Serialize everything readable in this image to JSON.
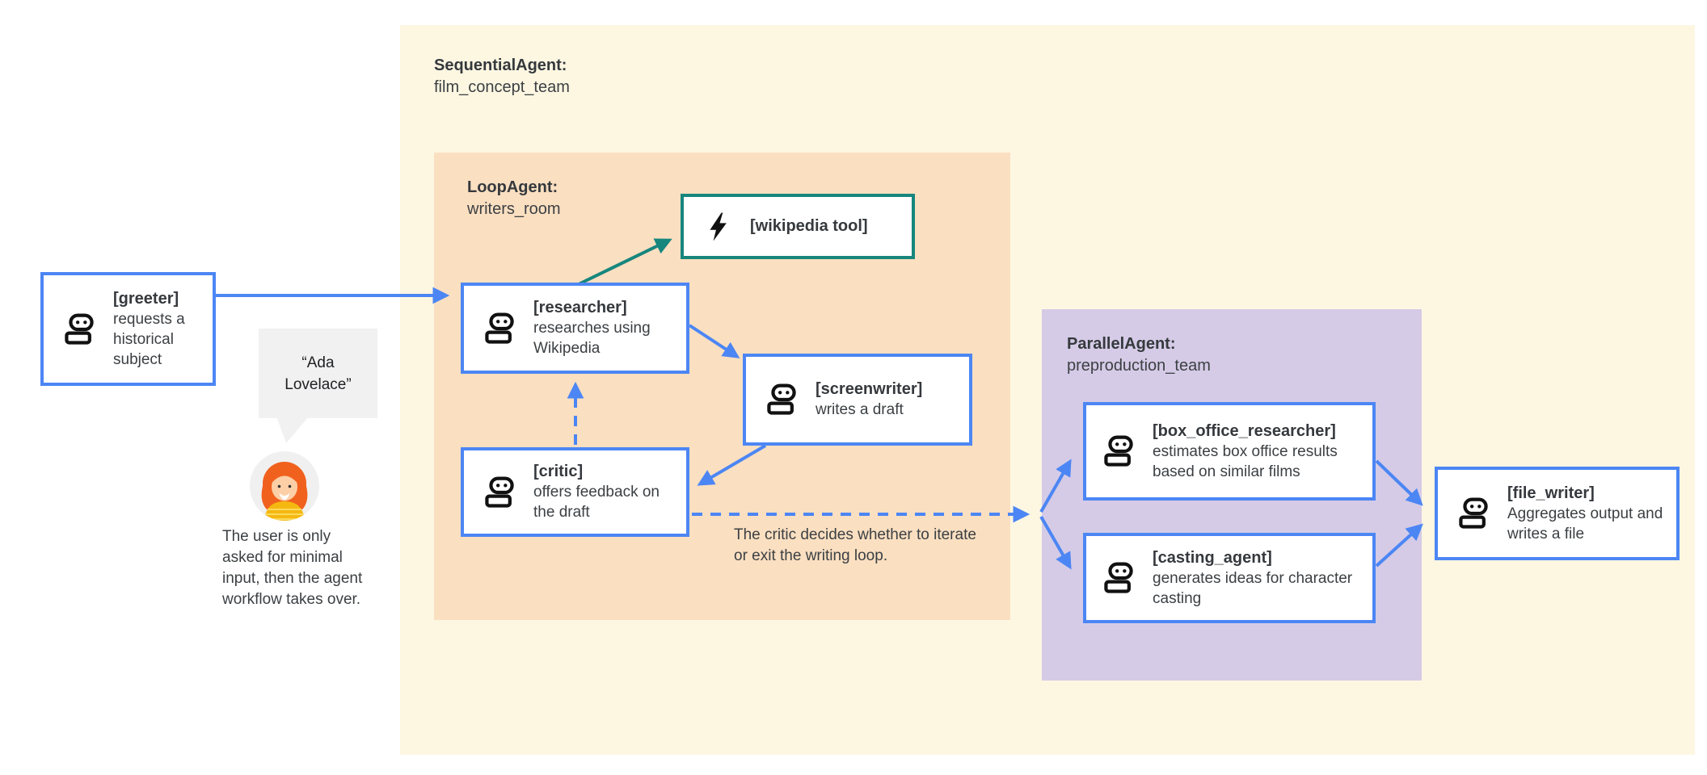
{
  "diagram_title": "Agent workflow diagram",
  "colors": {
    "canvas_bg": "#FFFFFF",
    "sequential_bg": "#FDF7E2",
    "loop_bg": "#FADFC1",
    "parallel_bg": "#D5CBE7",
    "agent_border": "#4C86F4",
    "tool_border": "#17867D",
    "arrow_blue": "#4C86F4",
    "arrow_teal": "#17867D",
    "text": "#3C4043",
    "bubble_bg": "#F1F1F1",
    "icon_black": "#111111",
    "avatar_hair": "#F1611E",
    "avatar_shirt": "#F5B811"
  },
  "groups": {
    "sequential": {
      "title": "SequentialAgent:",
      "name": "film_concept_team"
    },
    "loop": {
      "title": "LoopAgent:",
      "name": "writers_room"
    },
    "parallel": {
      "title": "ParallelAgent:",
      "name": "preproduction_team"
    }
  },
  "agents": {
    "greeter": {
      "name": "[greeter]",
      "desc": "requests a historical subject"
    },
    "researcher": {
      "name": "[researcher]",
      "desc": "researches using Wikipedia"
    },
    "screenwriter": {
      "name": "[screenwriter]",
      "desc": "writes a draft"
    },
    "critic": {
      "name": "[critic]",
      "desc": "offers feedback on the draft"
    },
    "box_office_researcher": {
      "name": "[box_office_researcher]",
      "desc": "estimates box office results based on similar films"
    },
    "casting_agent": {
      "name": "[casting_agent]",
      "desc": "generates ideas for character casting"
    },
    "file_writer": {
      "name": "[file_writer]",
      "desc": "Aggregates output and writes a file"
    }
  },
  "tools": {
    "wikipedia": {
      "name": "[wikipedia tool]"
    }
  },
  "annotations": {
    "user_quote": "“Ada\nLovelace”",
    "user_note": "The user is only asked for minimal input, then the agent workflow takes over.",
    "loop_note": "The critic decides whether to iterate or exit the writing loop."
  },
  "icons": {
    "robot": "robot-icon",
    "bolt": "bolt-icon",
    "avatar": "user-avatar"
  }
}
